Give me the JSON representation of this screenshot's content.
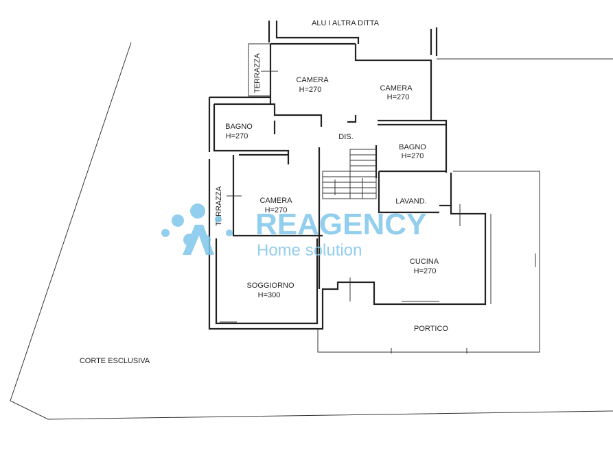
{
  "header": {
    "neighbor": "ALU I ALTRA DITTA"
  },
  "rooms": {
    "terrazza_top": "TERRAZZA",
    "camera1": {
      "name": "CAMERA",
      "height": "H=270"
    },
    "camera2": {
      "name": "CAMERA",
      "height": "H=270"
    },
    "bagno1": {
      "name": "BAGNO",
      "height": "H=270"
    },
    "dis": "DIS.",
    "bagno2": {
      "name": "BAGNO",
      "height": "H=270"
    },
    "terrazza_left": "TERRAZZA",
    "camera3": {
      "name": "CAMERA",
      "height": "H=270"
    },
    "lavand": "LAVAND.",
    "cucina": {
      "name": "CUCINA",
      "height": "H=270"
    },
    "soggiorno": {
      "name": "SOGGIORNO",
      "height": "H=300"
    },
    "portico": "PORTICO",
    "corte": "CORTE ESCLUSIVA"
  },
  "watermark": {
    "brand": "REAGENCY",
    "tagline": "Home solution",
    "color": "#7fc6ea"
  }
}
